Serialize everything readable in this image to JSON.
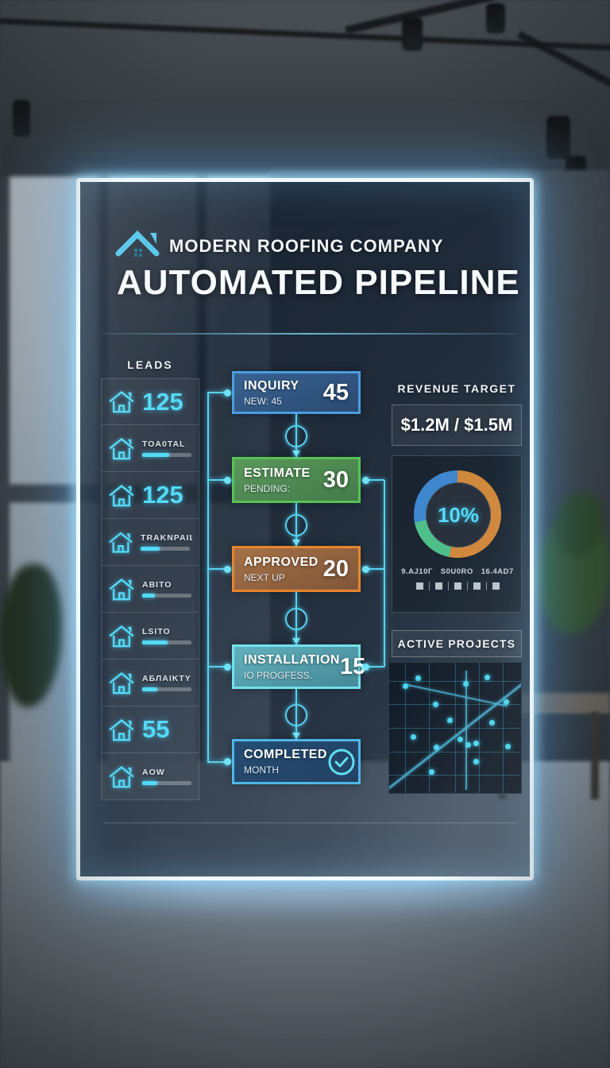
{
  "header": {
    "company": "MODERN ROOFING COMPANY",
    "title": "AUTOMATED PIPELINE"
  },
  "sidebar": {
    "heading": "LEADS",
    "items": [
      {
        "kind": "number",
        "value": "125"
      },
      {
        "kind": "progress",
        "label": "TOA0TAL",
        "progress": 55
      },
      {
        "kind": "number",
        "value": "125"
      },
      {
        "kind": "progress",
        "label": "TRAKNPAIL",
        "progress": 38
      },
      {
        "kind": "progress",
        "label": "ABITO",
        "progress": 26
      },
      {
        "kind": "progress",
        "label": "LSITO",
        "progress": 52
      },
      {
        "kind": "progress",
        "label": "AБЛAIKTY",
        "progress": 30
      },
      {
        "kind": "number",
        "value": "55"
      },
      {
        "kind": "progress",
        "label": "AOW",
        "progress": 30
      }
    ]
  },
  "pipeline": {
    "stages": [
      {
        "name": "INQUIRY",
        "sub": "NEW: 45",
        "value": "45",
        "color": "blue",
        "check": false
      },
      {
        "name": "ESTIMATE",
        "sub": "PENDING:",
        "value": "30",
        "color": "green",
        "check": false
      },
      {
        "name": "APPROVED",
        "sub": "NEXT UP",
        "value": "20",
        "color": "orange",
        "check": false
      },
      {
        "name": "INSTALLATION",
        "sub": "IO PROGFESS.",
        "value": "15",
        "color": "cyan",
        "check": false
      },
      {
        "name": "COMPLETED",
        "sub": "MONTH",
        "value": "",
        "color": "navy",
        "check": true
      }
    ]
  },
  "revenue": {
    "heading": "REVENUE TARGET",
    "value": "$1.2M / $1.5M"
  },
  "chart_data": {
    "type": "pie",
    "title": "",
    "center_label": "10%",
    "legend_position": "bottom",
    "segments": [
      {
        "label": "9.AJ10Г",
        "value": 53,
        "color": "#d0883c"
      },
      {
        "label": "S0U0RO",
        "value": 19,
        "color": "#4fbf8a"
      },
      {
        "label": "16.4AD7",
        "value": 28,
        "color": "#3f87cf"
      }
    ],
    "legend_marks": 5
  },
  "projects": {
    "heading": "ACTIVE PROJECTS",
    "map_dots": [
      [
        10,
        16
      ],
      [
        20,
        10
      ],
      [
        33,
        30
      ],
      [
        56,
        14
      ],
      [
        72,
        9
      ],
      [
        44,
        42
      ],
      [
        16,
        55
      ],
      [
        34,
        63
      ],
      [
        52,
        57
      ],
      [
        58,
        61
      ],
      [
        64,
        60
      ],
      [
        76,
        44
      ],
      [
        87,
        28
      ],
      [
        64,
        74
      ],
      [
        30,
        82
      ],
      [
        88,
        62
      ]
    ]
  },
  "colors": {
    "accent": "#54d9f7",
    "frame_glow": "#f0faff",
    "stage_blue": "#4a9de0",
    "stage_green": "#55c353",
    "stage_orange": "#e8842c",
    "stage_cyan": "#72e2ee",
    "stage_navy": "#4fb6e8"
  }
}
